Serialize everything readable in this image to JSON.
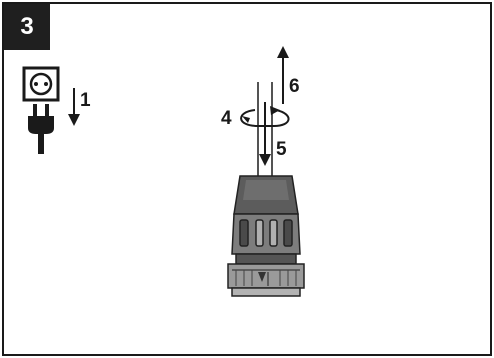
{
  "figure": {
    "step_number": "3",
    "labels": {
      "unplug": "1",
      "rotate": "4",
      "push_in": "5",
      "pull_out": "6"
    },
    "colors": {
      "frame": "#1a1a1a",
      "badge": "#1f1f1f",
      "chuck_dark": "#5a5a5a",
      "chuck_mid": "#8a8a8a",
      "chuck_light": "#b5b5b5"
    },
    "icons": [
      "power-socket-icon",
      "power-plug-icon"
    ]
  }
}
